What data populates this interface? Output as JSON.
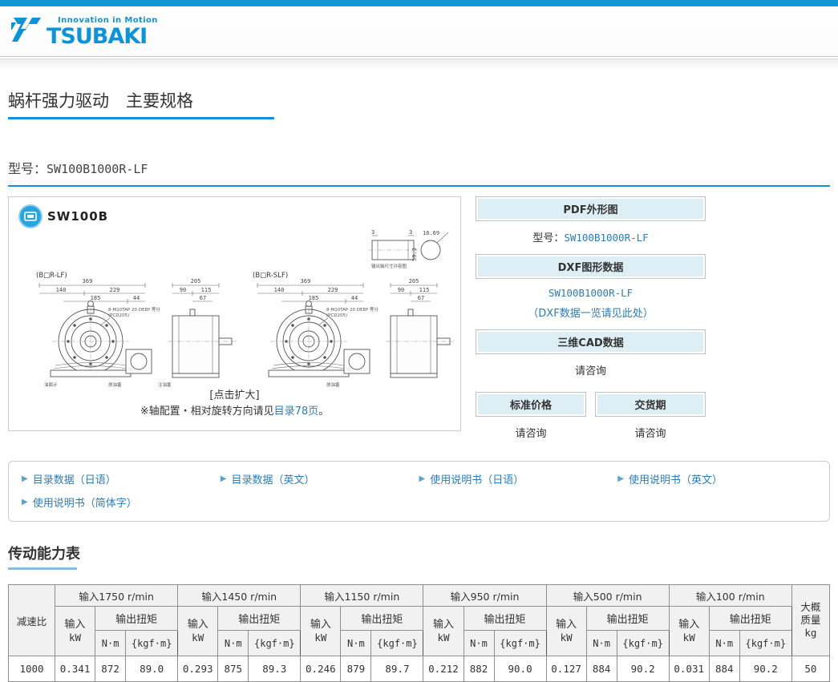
{
  "colors": {
    "topbar_blue": "#1496d5",
    "accent_blue": "#1590d2",
    "brand_blue": "#0e93d8",
    "link_blue": "#2b7cba",
    "panel_bar_bg": "#ddeef5",
    "table_header_bg": "#f1f1f1"
  },
  "header": {
    "tagline": "Innovation in Motion",
    "brand": "TSUBAKI"
  },
  "titles": {
    "page_title": "蜗杆强力驱动　主要规格",
    "model_label": "型号：",
    "model_value": "SW100B1000R-LF",
    "capacity_title": "传动能力表"
  },
  "drawing": {
    "product": "SW100B",
    "variant_left": "(B□R-LF)",
    "variant_right": "(B□R-SLF)",
    "click_enlarge": "[点击扩大]",
    "note_prefix": "※轴配置・相对旋转方向请见",
    "note_link": "目录78页",
    "note_suffix": "。",
    "dims": {
      "overall_w": "369",
      "d140": "140",
      "d229": "229",
      "d185": "185",
      "d44": "44",
      "side_w": "205",
      "d90": "90",
      "d115": "115",
      "d67": "67",
      "d3a": "3",
      "d3b": "3",
      "d1669": "16.69",
      "d593": "59.3"
    },
    "annotations": {
      "bolt_note": "8-M10TAP 20 DEEP 等分",
      "pcd": "(PCD205)",
      "shaft_note": "输出轴尺寸许容图",
      "oil_gauge": "油面计",
      "drain": "放油塞",
      "fill": "注油塞"
    }
  },
  "side_panel": {
    "pdf_header": "PDF外形图",
    "model_label": "型号：",
    "model_link": "SW100B1000R-LF",
    "dxf_header": "DXF图形数据",
    "dxf_link": "SW100B1000R-LF",
    "dxf_note": "（DXF数据一览请见此处）",
    "cad_header": "三维CAD数据",
    "cad_value": "请咨询",
    "price_header": "标准价格",
    "price_value": "请咨询",
    "delivery_header": "交货期",
    "delivery_value": "请咨询"
  },
  "doc_links": [
    {
      "label": "目录数据（日语）"
    },
    {
      "label": "目录数据（英文）"
    },
    {
      "label": "使用说明书（日语）"
    },
    {
      "label": "使用说明书（英文）"
    },
    {
      "label": "使用说明书（简体字）"
    }
  ],
  "capacity_table": {
    "type": "table",
    "ratio_header": "减速比",
    "speed_groups": [
      "输入1750 r/min",
      "输入1450 r/min",
      "输入1150 r/min",
      "输入950 r/min",
      "输入500 r/min",
      "输入100 r/min"
    ],
    "input_label": "输入",
    "input_unit": "kW",
    "torque_label": "输出扭矩",
    "torque_unit_nm": "N·m",
    "torque_unit_kgf": "{kgf·m}",
    "weight_line1": "大概",
    "weight_line2": "质量",
    "weight_unit": "kg",
    "rows": [
      {
        "ratio": "1000",
        "cells": [
          "0.341",
          "872",
          "89.0",
          "0.293",
          "875",
          "89.3",
          "0.246",
          "879",
          "89.7",
          "0.212",
          "882",
          "90.0",
          "0.127",
          "884",
          "90.2",
          "0.031",
          "884",
          "90.2"
        ],
        "weight": "50"
      }
    ]
  }
}
